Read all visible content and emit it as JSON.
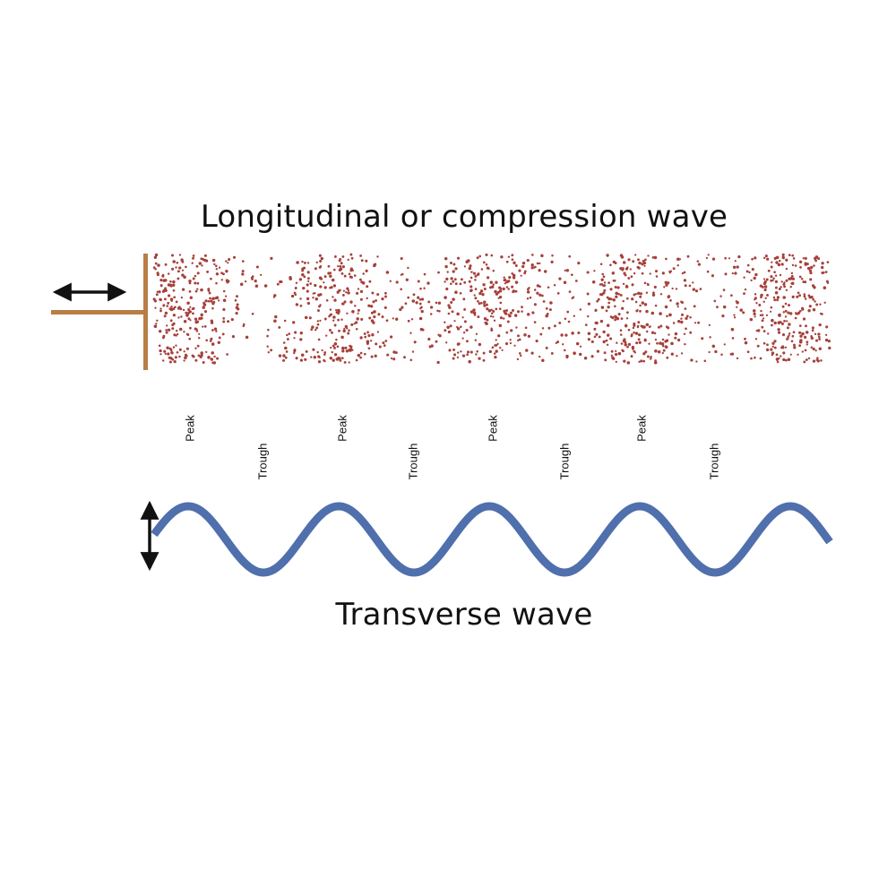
{
  "diagram": {
    "longitudinal": {
      "title": "Longitudinal or compression wave",
      "particle_color": "#a6403a",
      "plunger_color": "#b87e45",
      "arrow_color": "#111111"
    },
    "transverse": {
      "title": "Transverse wave",
      "wave_color": "#4f6fad",
      "arrow_color": "#111111"
    },
    "labels": {
      "peak": "Peak",
      "trough": "Trough"
    }
  }
}
